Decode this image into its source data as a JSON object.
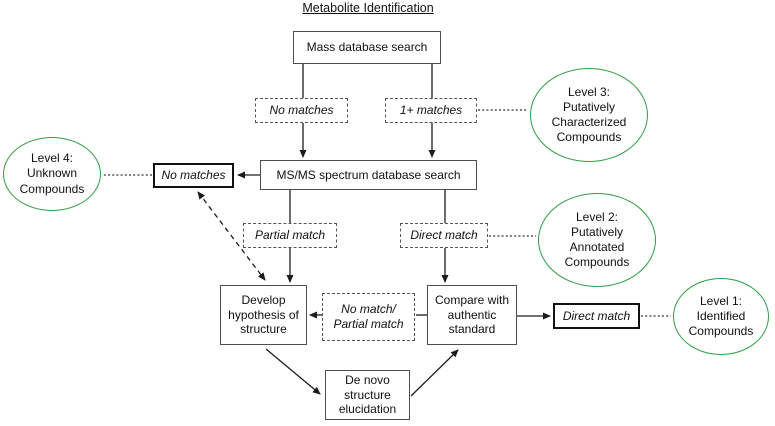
{
  "title": "Metabolite Identification",
  "colors": {
    "level_circle_green": "#2f9e44",
    "box_border_gray": "#4d4d4d",
    "arrow_black": "#1c1c1c"
  },
  "nodes": {
    "mass_search": {
      "label": "Mass database search"
    },
    "branch_no_matches": {
      "label": "No matches"
    },
    "branch_one_plus_matches": {
      "label": "1+ matches"
    },
    "msms_search": {
      "label": "MS/MS spectrum database search"
    },
    "outcome_no_matches": {
      "label": "No matches"
    },
    "branch_partial_match": {
      "label": "Partial match"
    },
    "branch_direct_match": {
      "label": "Direct match"
    },
    "develop_hypothesis": {
      "label": "Develop hypothesis of structure"
    },
    "no_match_partial": {
      "line1": "No match/",
      "line2": "Partial match"
    },
    "compare_standard": {
      "label": "Compare with authentic standard"
    },
    "outcome_direct_match": {
      "label": "Direct match"
    },
    "de_novo": {
      "label": "De novo structure elucidation"
    }
  },
  "levels": {
    "level3": {
      "lines": [
        "Level 3:",
        "Putatively",
        "Characterized",
        "Compounds"
      ]
    },
    "level4": {
      "lines": [
        "Level 4:",
        "Unknown",
        "Compounds"
      ]
    },
    "level2": {
      "lines": [
        "Level 2:",
        "Putatively",
        "Annotated",
        "Compounds"
      ]
    },
    "level1": {
      "lines": [
        "Level 1:",
        "Identified",
        "Compounds"
      ]
    }
  }
}
